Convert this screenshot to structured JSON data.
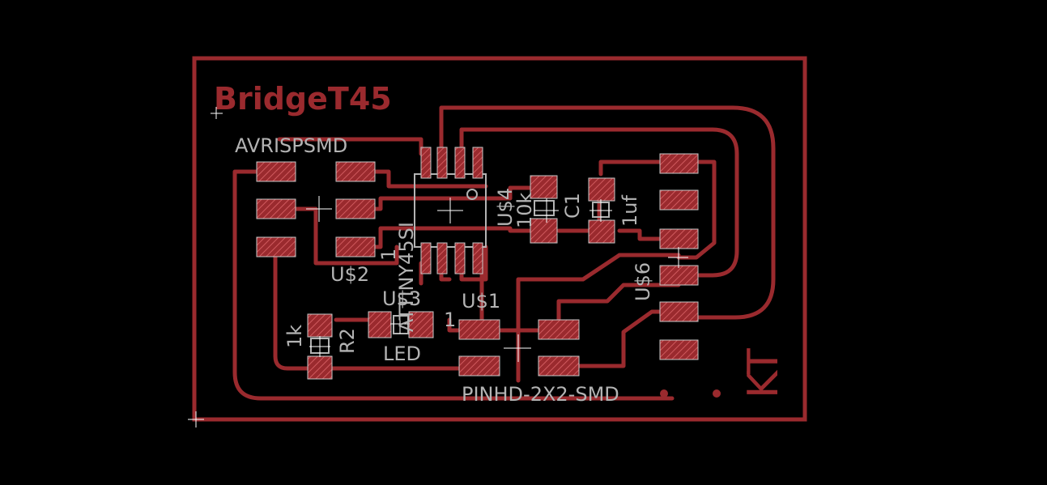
{
  "board": {
    "title": "BridgeT45",
    "initials": "KT",
    "colors": {
      "background": "#000000",
      "copper": "#9a2a2e",
      "silkscreen": "#b3b3b3"
    }
  },
  "labels": {
    "avrispsmd": "AVRISPSMD",
    "u2": "U$2",
    "attiny": "ATTINY45SI",
    "u4": "U$4",
    "r10k": "10k",
    "c1": "C1",
    "cap_value": "1uf",
    "u6": "U$6",
    "u3": "U$3",
    "u1": "U$1",
    "one_a": "1",
    "one_b": "1",
    "r2": "R2",
    "r1k": "1k",
    "led": "LED",
    "pinhd": "PINHD-2X2-SMD"
  }
}
